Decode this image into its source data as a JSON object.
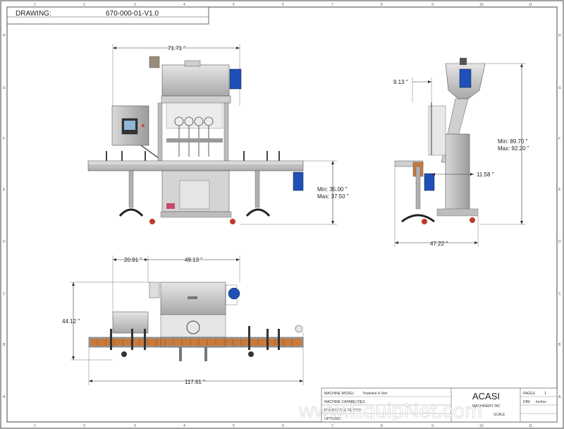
{
  "header": {
    "drawing_label": "DRAWING:",
    "drawing_number": "670-000-01-V1.0"
  },
  "grid": {
    "columns": [
      "1",
      "2",
      "3",
      "4",
      "5",
      "6",
      "7",
      "8",
      "9",
      "10",
      "11"
    ],
    "rows": [
      "H",
      "G",
      "F",
      "E",
      "D",
      "C",
      "B",
      "A"
    ]
  },
  "front_view": {
    "width_dim": "71.71 \"",
    "height_dim_min": "Min: 35.00 \"",
    "height_dim_max": "Max: 37.50 \""
  },
  "side_view": {
    "top_offset_dim": "9.13 \"",
    "mid_dim": "11.58 \"",
    "height_dim_min": "Min: 89.70 \"",
    "height_dim_max": "Max: 92.20 \"",
    "depth_dim": "47.22 \""
  },
  "top_view": {
    "left_dim": "20.91 \"",
    "mid_dim": "49.13 \"",
    "depth_dim": "44.12 \"",
    "length_dim": "117.61 \""
  },
  "title_block": {
    "machine_model_label": "MACHINE MODEL:",
    "machine_model_value": "Tropiston 4-Vert",
    "machine_capabilities_label": "MACHINE CAPABILITIES",
    "product_tested_label": "PRODUCT(S) TESTED",
    "options_label": "OPTIONS:",
    "company": "ACASI",
    "company_sub": "MACHINERY INC",
    "pages_label": "PAGES",
    "pages_value": "1",
    "dim_label": "DIM:",
    "dim_value": "Inches",
    "scale_label": "SCALE"
  },
  "watermark": "www.EquipNet.com",
  "colors": {
    "accent_blue": "#1f4fb8",
    "conveyor_orange": "#c87a3c",
    "frame_gray": "#b9b9b9",
    "dark": "#222222"
  }
}
